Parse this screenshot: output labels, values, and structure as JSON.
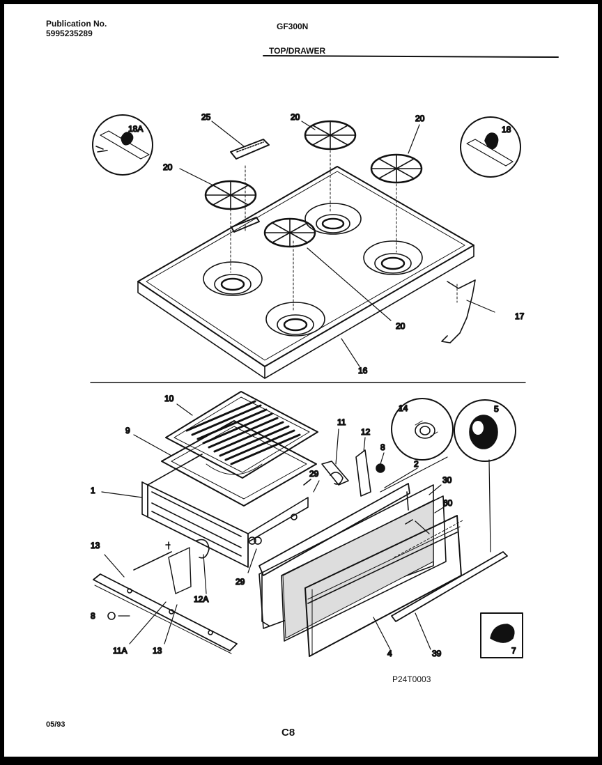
{
  "header": {
    "publication_label": "Publication No.",
    "publication_number": "5995235289",
    "model": "GF300N",
    "section": "TOP/DRAWER"
  },
  "footer": {
    "date": "05/93",
    "page_code": "C8",
    "diagram_code": "P24T0003"
  },
  "callouts": {
    "c18a": "18A",
    "c25": "25",
    "c20_a": "20",
    "c20_b": "20",
    "c20_c": "20",
    "c20_d": "20",
    "c18": "18",
    "c17": "17",
    "c16": "16",
    "c10": "10",
    "c9": "9",
    "c11": "11",
    "c12": "12",
    "c14": "14",
    "c5": "5",
    "c8_a": "8",
    "c2": "2",
    "c30": "30",
    "c60": "60",
    "c1": "1",
    "c29_a": "29",
    "c29_b": "29",
    "c13_a": "13",
    "c13_b": "13",
    "c12a": "12A",
    "c8_b": "8",
    "c11a": "11A",
    "c4": "4",
    "c39": "39",
    "c7": "7"
  }
}
